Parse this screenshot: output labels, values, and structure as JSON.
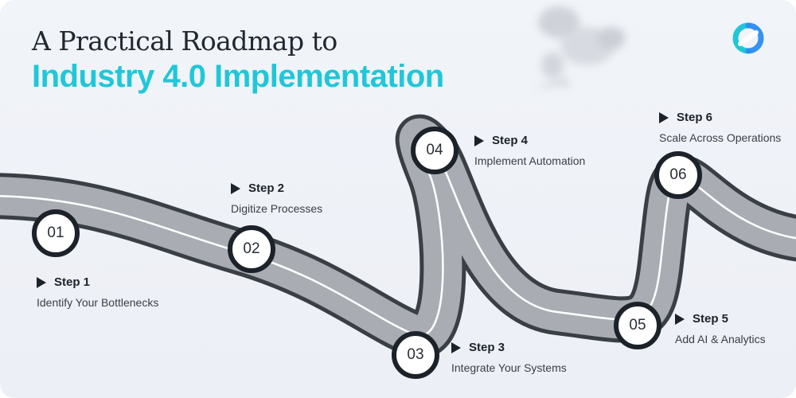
{
  "header": {
    "title_line1": "A Practical Roadmap to",
    "title_line2": "Industry 4.0 Implementation"
  },
  "brand": {
    "logo_icon": "brand-logo-icon",
    "accent_color": "#1fc7d9",
    "accent_color_2": "#2a8cf0"
  },
  "road": {
    "surface_color": "#a9adb3",
    "edge_color": "#3a3f46",
    "lane_color": "#ffffff"
  },
  "steps": [
    {
      "number": "01",
      "label": "Step 1",
      "description": "Identify Your Bottlenecks"
    },
    {
      "number": "02",
      "label": "Step 2",
      "description": "Digitize Processes"
    },
    {
      "number": "03",
      "label": "Step 3",
      "description": "Integrate Your Systems"
    },
    {
      "number": "04",
      "label": "Step 4",
      "description": "Implement Automation"
    },
    {
      "number": "05",
      "label": "Step 5",
      "description": "Add AI & Analytics"
    },
    {
      "number": "06",
      "label": "Step 6",
      "description": "Scale Across Operations"
    }
  ]
}
